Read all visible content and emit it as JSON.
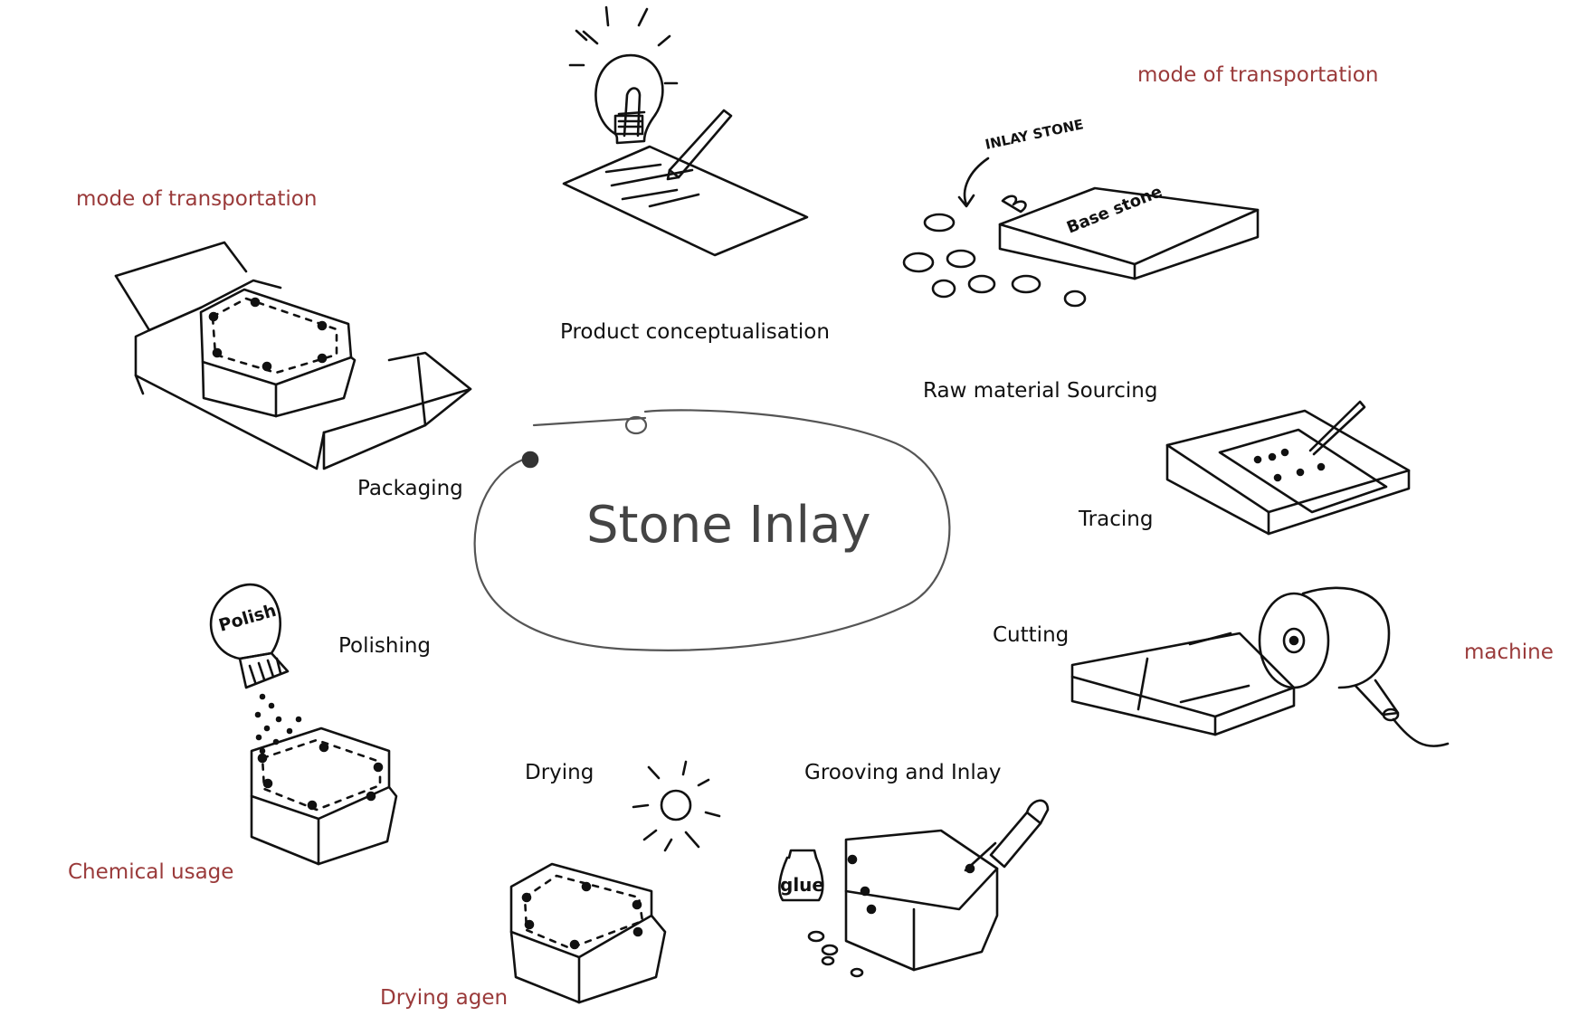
{
  "title": "Stone Inlay",
  "colors": {
    "step_text": "#111111",
    "annotation_text": "#9a3a3a",
    "title_text": "#444444",
    "loop_stroke": "#555555",
    "sketch_stroke": "#111111"
  },
  "steps": {
    "product_conceptualisation": "Product conceptualisation",
    "raw_material_sourcing": "Raw material Sourcing",
    "tracing": "Tracing",
    "cutting": "Cutting",
    "grooving_and_inlay": "Grooving and Inlay",
    "drying": "Drying",
    "polishing": "Polishing",
    "packaging": "Packaging"
  },
  "annotations": {
    "transport_top": "mode of transportation",
    "transport_left": "mode of transportation",
    "machine": "machine",
    "chemical_usage": "Chemical usage",
    "drying_agent": "Drying agen"
  },
  "sketch_text": {
    "inlay_stone": "INLAY STONE",
    "base_stone": "Base stone",
    "polish": "Polish",
    "glue": "glue"
  },
  "icons": [
    "lightbulb-icon",
    "paper-pencil-icon",
    "stone-slab-icon",
    "tracing-paper-icon",
    "cutting-machine-icon",
    "glue-bottle-icon",
    "dropper-icon",
    "sun-icon",
    "polish-bottle-icon",
    "open-box-icon"
  ]
}
